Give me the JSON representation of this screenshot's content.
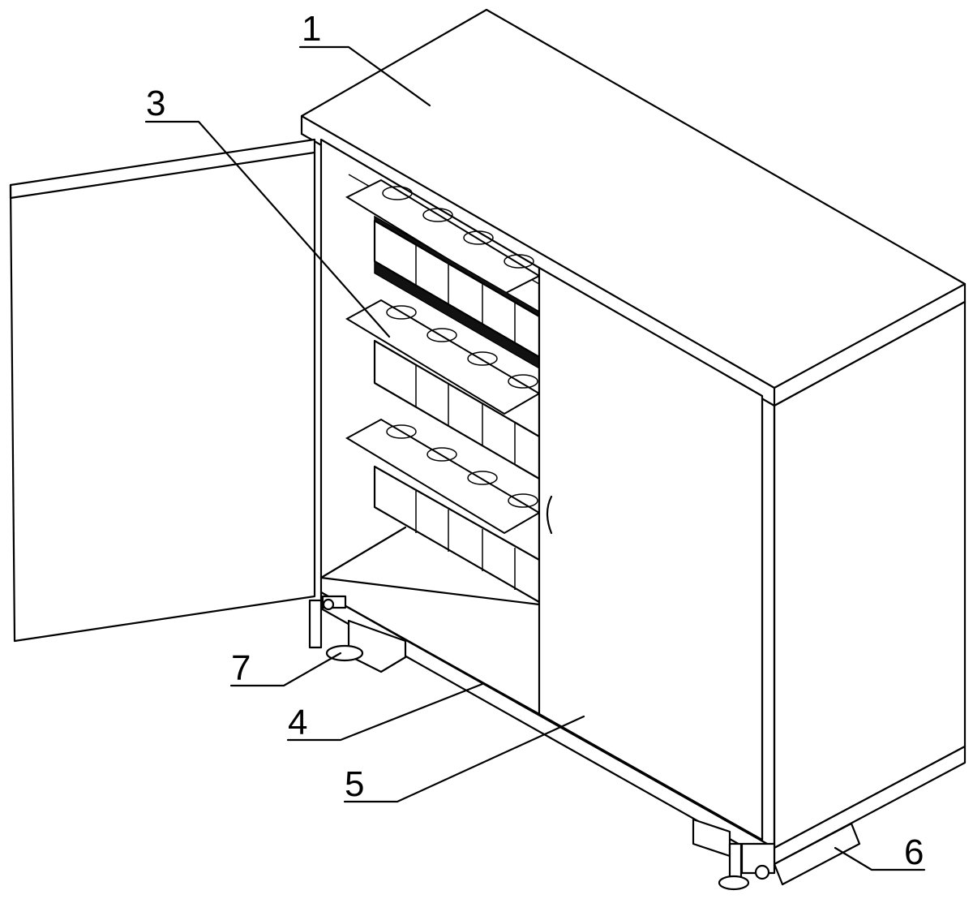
{
  "labels": {
    "l1": "1",
    "l3": "3",
    "l7": "7",
    "l4": "4",
    "l5": "5",
    "l6": "6"
  }
}
